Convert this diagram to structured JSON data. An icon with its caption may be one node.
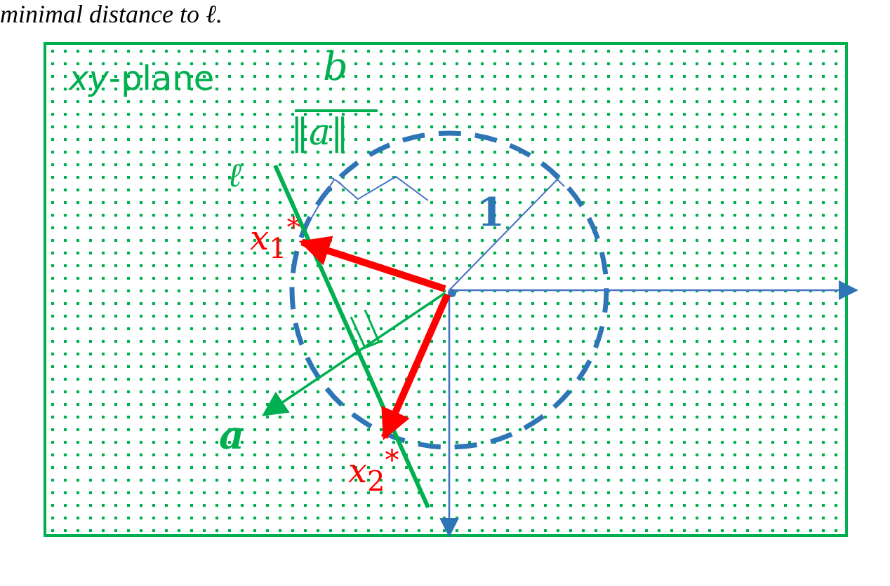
{
  "diagram": {
    "nodes": [
      {
        "text": [
          "*xy*-plane"
        ]
      },
      {
        "text": [
          "*x*$_{1}$$^{*}$"
        ],
        "in": 0
      },
      {
        "text": [
          "*x*$_{2}$$^{*}$"
        ],
        "in": 0
      },
      {
        "text": [
          "*a*"
        ],
        "in": 0
      },
      {
        "text": [],
        "shape": "point",
        "in": 0
      }
    ],
    "edges": [
      {
        "from": 4,
        "to": 1,
        "arrow": "to"
      },
      {
        "from": 4,
        "to": 2,
        "arrow": "to"
      },
      {
        "from": 4,
        "to": 3,
        "arrow": "to",
        "color": "#00b050"
      }
    ],
    "labels": [
      "minimal distance to ℓ.",
      "*b*",
      "‖*a*‖",
      "ℓ",
      "1"
    ]
  }
}
